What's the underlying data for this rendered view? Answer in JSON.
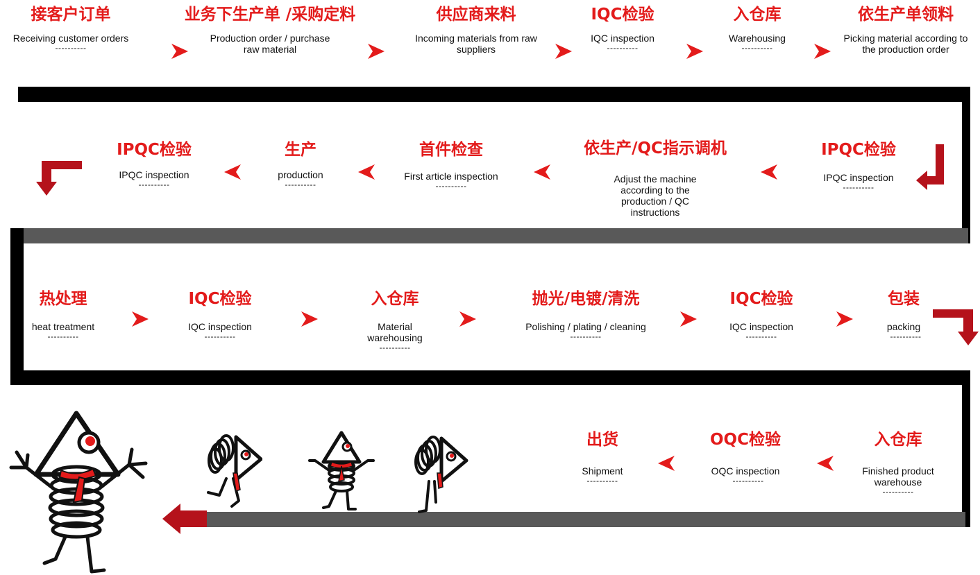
{
  "colors": {
    "accent": "#e31b1b",
    "arrow": "#d6161b",
    "dark_arrow": "#b5121b",
    "bar_black": "#000000",
    "bar_gray": "#595959"
  },
  "dash": "----------",
  "row1": [
    {
      "cn": "接客户订单",
      "en": "Receiving customer orders"
    },
    {
      "cn": "业务下生产单 /采购定料",
      "en": "Production order / purchase raw material"
    },
    {
      "cn": "供应商来料",
      "en": "Incoming materials from raw suppliers"
    },
    {
      "cn": "IQC检验",
      "en": "IQC inspection"
    },
    {
      "cn": "入仓库",
      "en": "Warehousing"
    },
    {
      "cn": "依生产单领料",
      "en": "Picking material according to the production order"
    }
  ],
  "row2": [
    {
      "cn": "IPQC检验",
      "en": "IPQC inspection"
    },
    {
      "cn": "生产",
      "en": "production"
    },
    {
      "cn": "首件检查",
      "en": "First article inspection"
    },
    {
      "cn": "依生产/QC指示调机",
      "en": "Adjust the machine according to the production / QC instructions"
    },
    {
      "cn": "IPQC检验",
      "en": "IPQC inspection"
    }
  ],
  "row3": [
    {
      "cn": "热处理",
      "en": "heat treatment"
    },
    {
      "cn": "IQC检验",
      "en": "IQC inspection"
    },
    {
      "cn": "入仓库",
      "en": "Material warehousing"
    },
    {
      "cn": "抛光/电镀/清洗",
      "en": "Polishing / plating / cleaning"
    },
    {
      "cn": "IQC检验",
      "en": "IQC inspection"
    },
    {
      "cn": "包装",
      "en": "packing"
    }
  ],
  "row4": [
    {
      "cn": "出货",
      "en": "Shipment"
    },
    {
      "cn": "OQC检验",
      "en": "OQC inspection"
    },
    {
      "cn": "入仓库",
      "en": "Finished product warehouse"
    }
  ]
}
